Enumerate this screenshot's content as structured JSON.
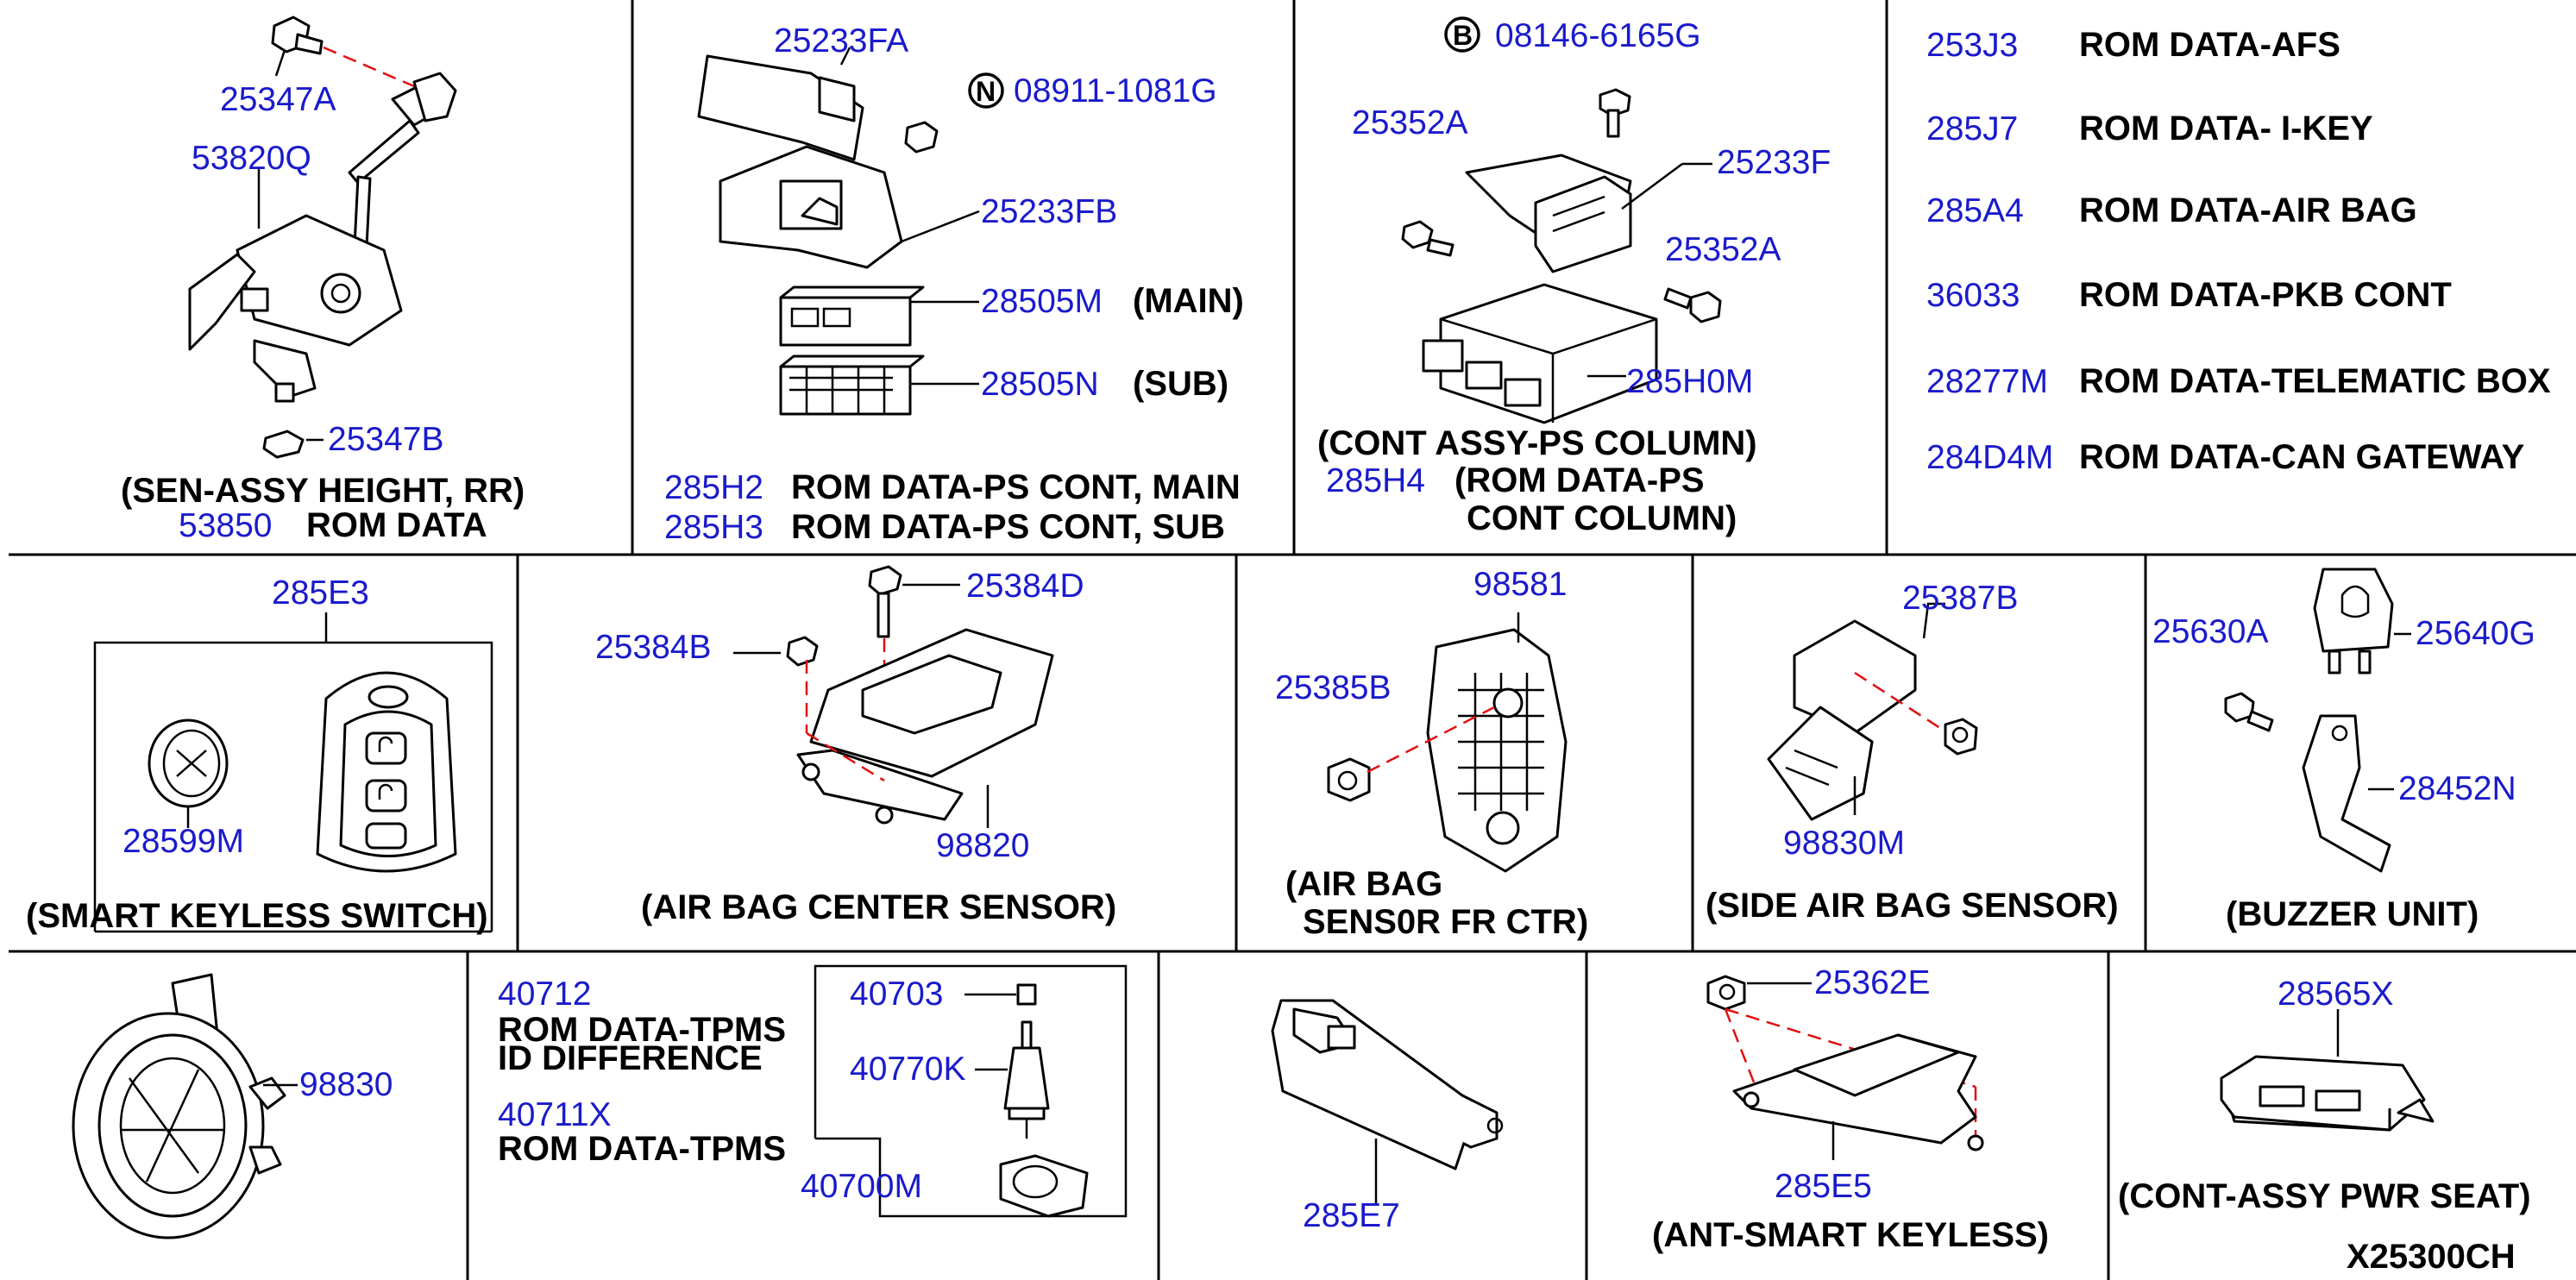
{
  "diagram_code": "X25300CH",
  "cells": {
    "sen_height": {
      "caption": "(SEN-ASSY HEIGHT, RR)",
      "parts": [
        "25347A",
        "53820Q",
        "25347B"
      ],
      "rom": {
        "pn": "53850",
        "desc": "ROM DATA"
      }
    },
    "ps_cont": {
      "parts": [
        "25233FA",
        "08911-1081G",
        "25233FB",
        "28505M",
        "28505N"
      ],
      "tags": {
        "main": "(MAIN)",
        "sub": "(SUB)"
      },
      "badge": "N",
      "rom": [
        {
          "pn": "285H2",
          "desc": "ROM DATA-PS CONT, MAIN"
        },
        {
          "pn": "285H3",
          "desc": "ROM DATA-PS CONT, SUB"
        }
      ]
    },
    "ps_column": {
      "badge": "B",
      "parts": [
        "08146-6165G",
        "25352A",
        "25233F",
        "25352A",
        "285H0M"
      ],
      "caption": "(CONT ASSY-PS COLUMN)",
      "rom": {
        "pn": "285H4",
        "desc_line1": "(ROM DATA-PS",
        "desc_line2": "CONT COLUMN)"
      }
    },
    "rom_list": [
      {
        "pn": "253J3",
        "desc": "ROM DATA-AFS"
      },
      {
        "pn": "285J7",
        "desc": "ROM DATA- I-KEY"
      },
      {
        "pn": "285A4",
        "desc": "ROM DATA-AIR BAG"
      },
      {
        "pn": "36033",
        "desc": "ROM DATA-PKB CONT"
      },
      {
        "pn": "28277M",
        "desc": "ROM DATA-TELEMATIC BOX"
      },
      {
        "pn": "284D4M",
        "desc": "ROM DATA-CAN GATEWAY"
      }
    ],
    "smart_keyless": {
      "caption": "(SMART KEYLESS SWITCH)",
      "parts": [
        "285E3",
        "28599M"
      ]
    },
    "airbag_center": {
      "caption": "(AIR BAG CENTER SENSOR)",
      "parts": [
        "25384D",
        "25384B",
        "98820"
      ]
    },
    "airbag_fr": {
      "caption_line1": "(AIR BAG",
      "caption_line2": "SENS0R FR CTR)",
      "parts": [
        "98581",
        "25385B"
      ]
    },
    "side_airbag": {
      "caption": "(SIDE AIR BAG SENSOR)",
      "parts": [
        "25387B",
        "98830M"
      ]
    },
    "buzzer": {
      "caption": "(BUZZER UNIT)",
      "parts": [
        "25630A",
        "25640G",
        "28452N"
      ]
    },
    "spiral": {
      "parts": [
        "98830"
      ]
    },
    "tpms": {
      "rom1_pn": "40712",
      "rom1_desc_line1": "ROM DATA-TPMS",
      "rom1_desc_line2": "ID DIFFERENCE",
      "rom2_pn": "40711X",
      "rom2_desc": "ROM DATA-TPMS",
      "parts": [
        "40703",
        "40770K",
        "40700M"
      ]
    },
    "ant_part": {
      "parts": [
        "285E7"
      ]
    },
    "ant_smart": {
      "caption": "(ANT-SMART KEYLESS)",
      "parts": [
        "25362E",
        "285E5"
      ]
    },
    "pwr_seat": {
      "caption": "(CONT-ASSY PWR SEAT)",
      "parts": [
        "28565X"
      ]
    }
  }
}
